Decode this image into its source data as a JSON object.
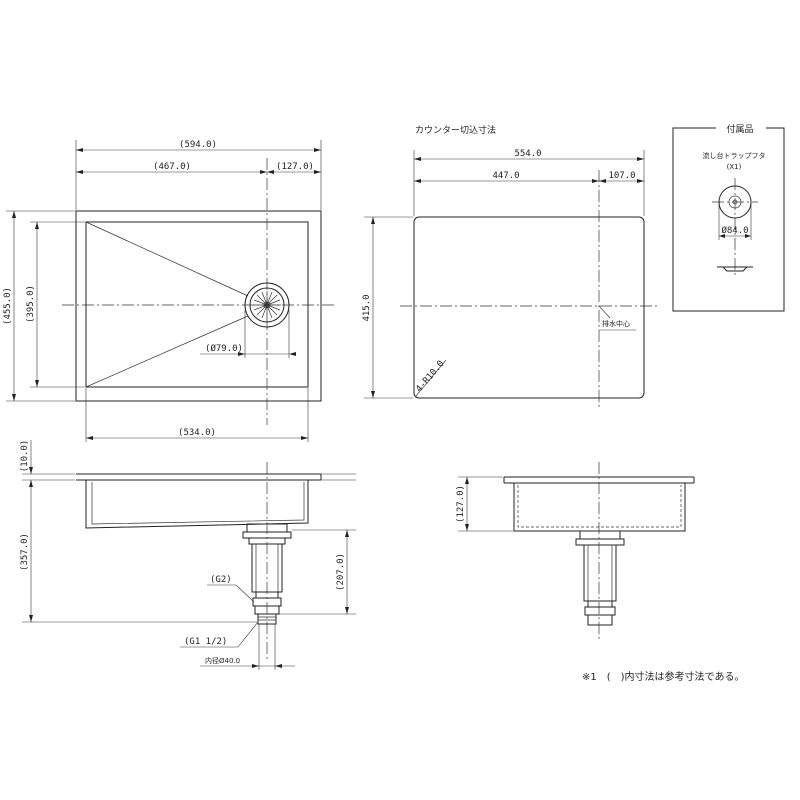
{
  "top_view": {
    "dim_overall_width": "(594.0)",
    "dim_to_drain": "(467.0)",
    "dim_drain_offset": "(127.0)",
    "dim_overall_depth": "(455.0)",
    "dim_inner_depth": "(395.0)",
    "dim_drain_dia": "(Ø79.0)",
    "dim_inner_width": "(534.0)"
  },
  "cutout": {
    "title": "カウンター切込寸法",
    "dim_width": "554.0",
    "dim_to_drain": "447.0",
    "dim_drain_offset": "107.0",
    "dim_depth": "415.0",
    "corner_radius": "4-R10.0",
    "drain_center": "排水中心"
  },
  "accessory": {
    "title": "付属品",
    "name": "流し台トラップフタ",
    "qty": "(X1)",
    "dim_dia": "Ø84.0"
  },
  "side_view": {
    "dim_flange": "(10.0)",
    "dim_height": "(357.0)",
    "dim_trap": "(207.0)",
    "thread_g2": "(G2)",
    "thread_g1": "(G1 1/2)",
    "inner_dia": "内径Ø40.0"
  },
  "front_view": {
    "dim_depth": "(127.0)"
  },
  "footnote": "※1　(　)内寸法は参考寸法である。"
}
